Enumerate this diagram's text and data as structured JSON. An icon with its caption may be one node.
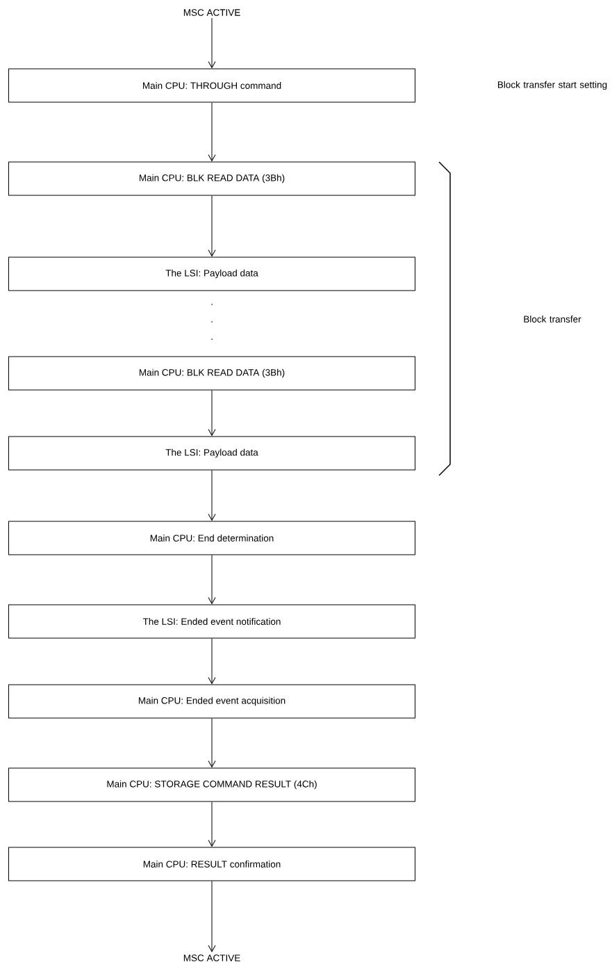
{
  "diagram": {
    "nodes": [
      {
        "text": [
          "MSC ACTIVE"
        ]
      },
      {
        "text": [
          "Main CPU: THROUGH command"
        ]
      },
      {
        "text": [
          "Main CPU: BLK READ DATA (3Bh)"
        ]
      },
      {
        "text": [
          "The LSI: Payload data"
        ]
      },
      {
        "text": [
          "Main CPU:  BLK READ DATA (3Bh)"
        ]
      },
      {
        "text": [
          "The LSI: Payload data"
        ]
      },
      {
        "text": [
          "Main CPU: End determination"
        ]
      },
      {
        "text": [
          "The LSI: Ended event notification"
        ]
      },
      {
        "text": [
          "Main CPU: Ended event acquisition"
        ]
      },
      {
        "text": [
          "Main CPU: STORAGE COMMAND RESULT (4Ch)"
        ]
      },
      {
        "text": [
          "Main CPU: RESULT confirmation"
        ]
      },
      {
        "text": [
          "MSC ACTIVE"
        ]
      }
    ],
    "edges": [
      {
        "from": 0,
        "to": 1,
        "arrow": "to"
      },
      {
        "from": 1,
        "to": 2,
        "arrow": "to"
      },
      {
        "from": 2,
        "to": 3,
        "arrow": "to"
      },
      {
        "from": 4,
        "to": 5,
        "arrow": "to"
      },
      {
        "from": 5,
        "to": 6,
        "arrow": "to"
      },
      {
        "from": 6,
        "to": 7,
        "arrow": "to"
      },
      {
        "from": 7,
        "to": 8,
        "arrow": "to"
      },
      {
        "from": 8,
        "to": 9,
        "arrow": "to"
      },
      {
        "from": 9,
        "to": 10,
        "arrow": "to"
      },
      {
        "from": 10,
        "to": 11,
        "arrow": "to"
      }
    ],
    "labels": [
      "Block transfer start setting",
      ".",
      ".",
      ".",
      "Block transfer"
    ]
  }
}
